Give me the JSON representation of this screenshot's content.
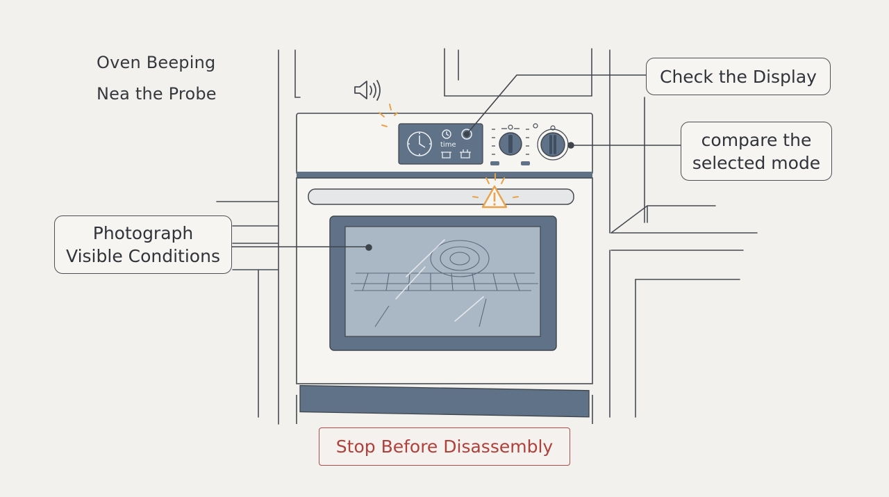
{
  "notes": {
    "line1": "Oven Beeping",
    "line2": "Nea the Probe"
  },
  "callouts": {
    "check_display": "Check the Display",
    "compare_mode_1": "compare the",
    "compare_mode_2": "selected mode",
    "photograph_1": "Photograph",
    "photograph_2": "Visible Conditions"
  },
  "warning": {
    "label": "Stop Before Disassembly"
  },
  "display_panel": {
    "label": "time"
  },
  "colors": {
    "panel_slate": "#5f7288",
    "glass": "#aab7c4",
    "outline": "#3f444a",
    "alert_orange": "#e9a24a",
    "stop_red": "#b0403a"
  },
  "icons": [
    "speaker-icon",
    "clock-icon",
    "timer-icon",
    "pot-icon",
    "warning-icon",
    "knob-icon"
  ]
}
